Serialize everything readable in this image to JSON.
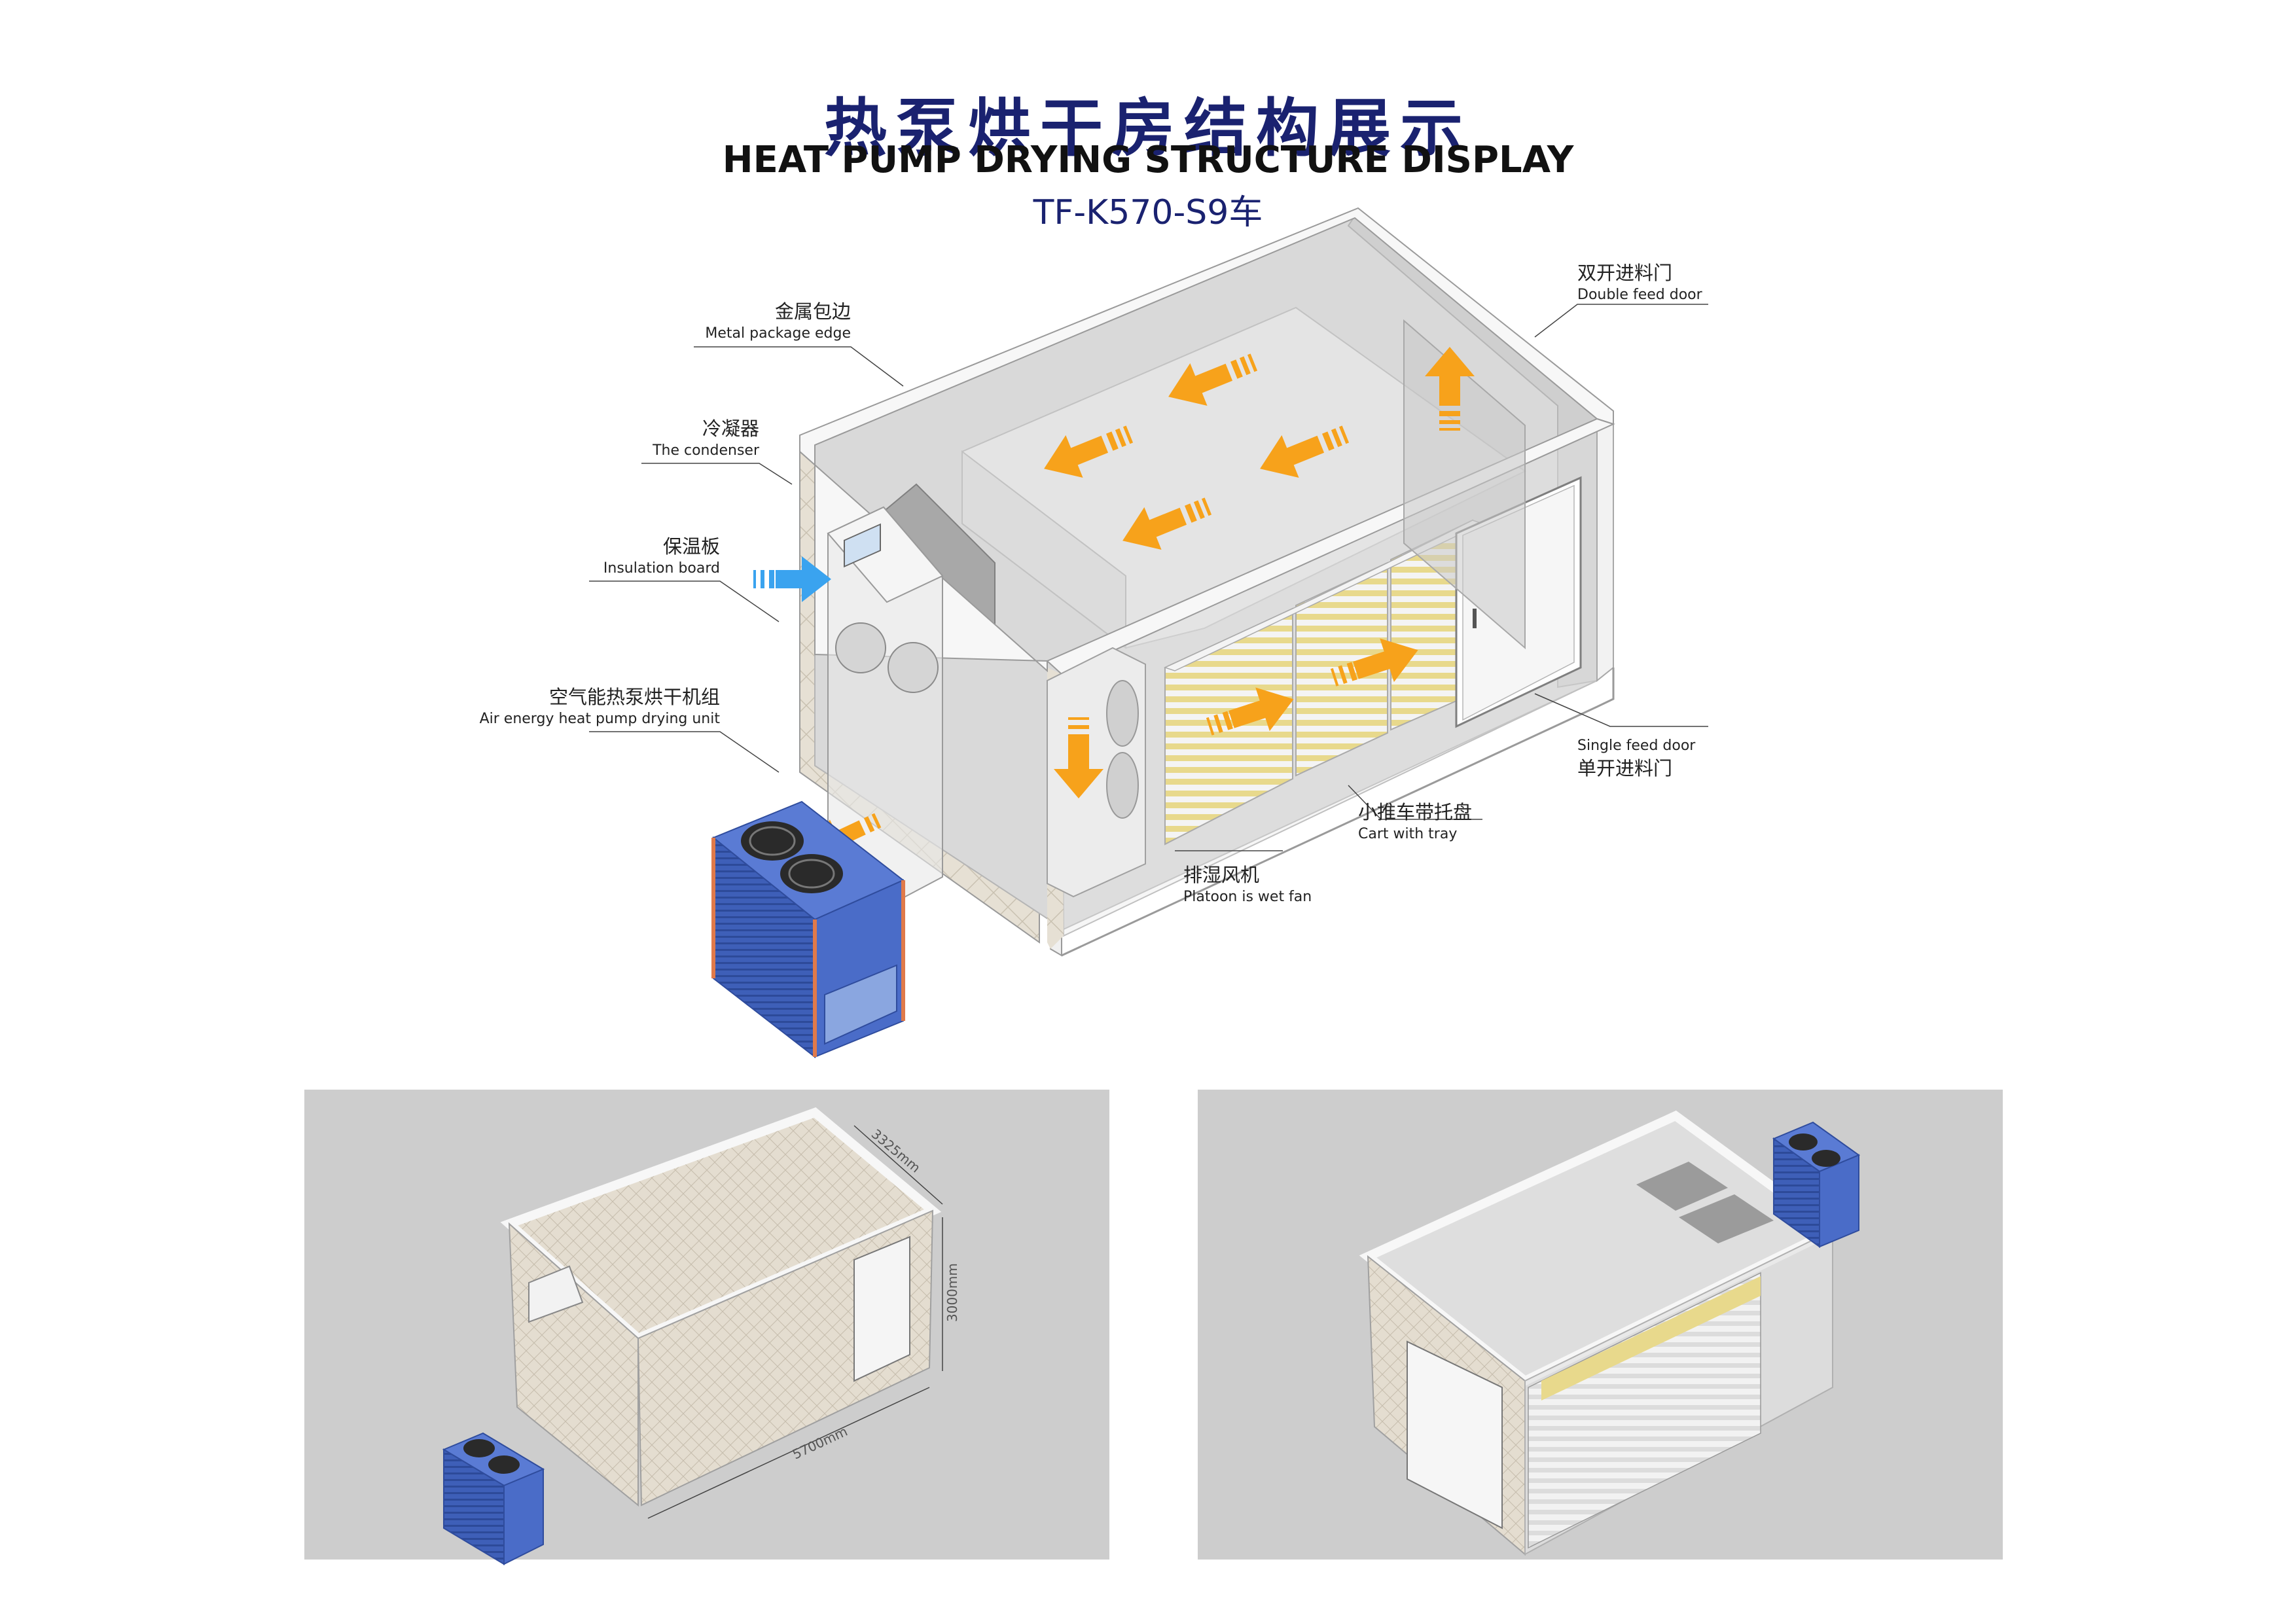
{
  "title": {
    "cn": "热泵烘干房结构展示",
    "en": "HEAT PUMP DRYING STRUCTURE DISPLAY",
    "model": "TF-K570-S9车"
  },
  "colors": {
    "title": "#1a2270",
    "wall_panel": "#e6e0d4",
    "frame": "#f2f2f2",
    "interior": "#d8d8d8",
    "hot_air_arrow": "#f7a21b",
    "cold_air_arrow": "#3aa3ef",
    "unit_body": "#4467c2",
    "unit_edge": "#e07a4a",
    "background_panel": "#cdcdcd",
    "tray": "#e8d98c"
  },
  "labels": {
    "metal_edge": {
      "cn": "金属包边",
      "en": "Metal package edge"
    },
    "condenser": {
      "cn": "冷凝器",
      "en": "The condenser"
    },
    "insulation": {
      "cn": "保温板",
      "en": "Insulation board"
    },
    "unit": {
      "cn": "空气能热泵烘干机组",
      "en": "Air energy heat pump drying unit"
    },
    "double_door": {
      "cn": "双开进料门",
      "en": "Double feed door"
    },
    "single_door": {
      "cn": "单开进料门",
      "en": "Single feed door"
    },
    "cart": {
      "cn": "小推车带托盘",
      "en": "Cart with tray"
    },
    "fan": {
      "cn": "排湿风机",
      "en": "Platoon is wet fan"
    }
  },
  "dimensions": {
    "width": "3325mm",
    "height": "3000mm",
    "length": "5700mm"
  }
}
